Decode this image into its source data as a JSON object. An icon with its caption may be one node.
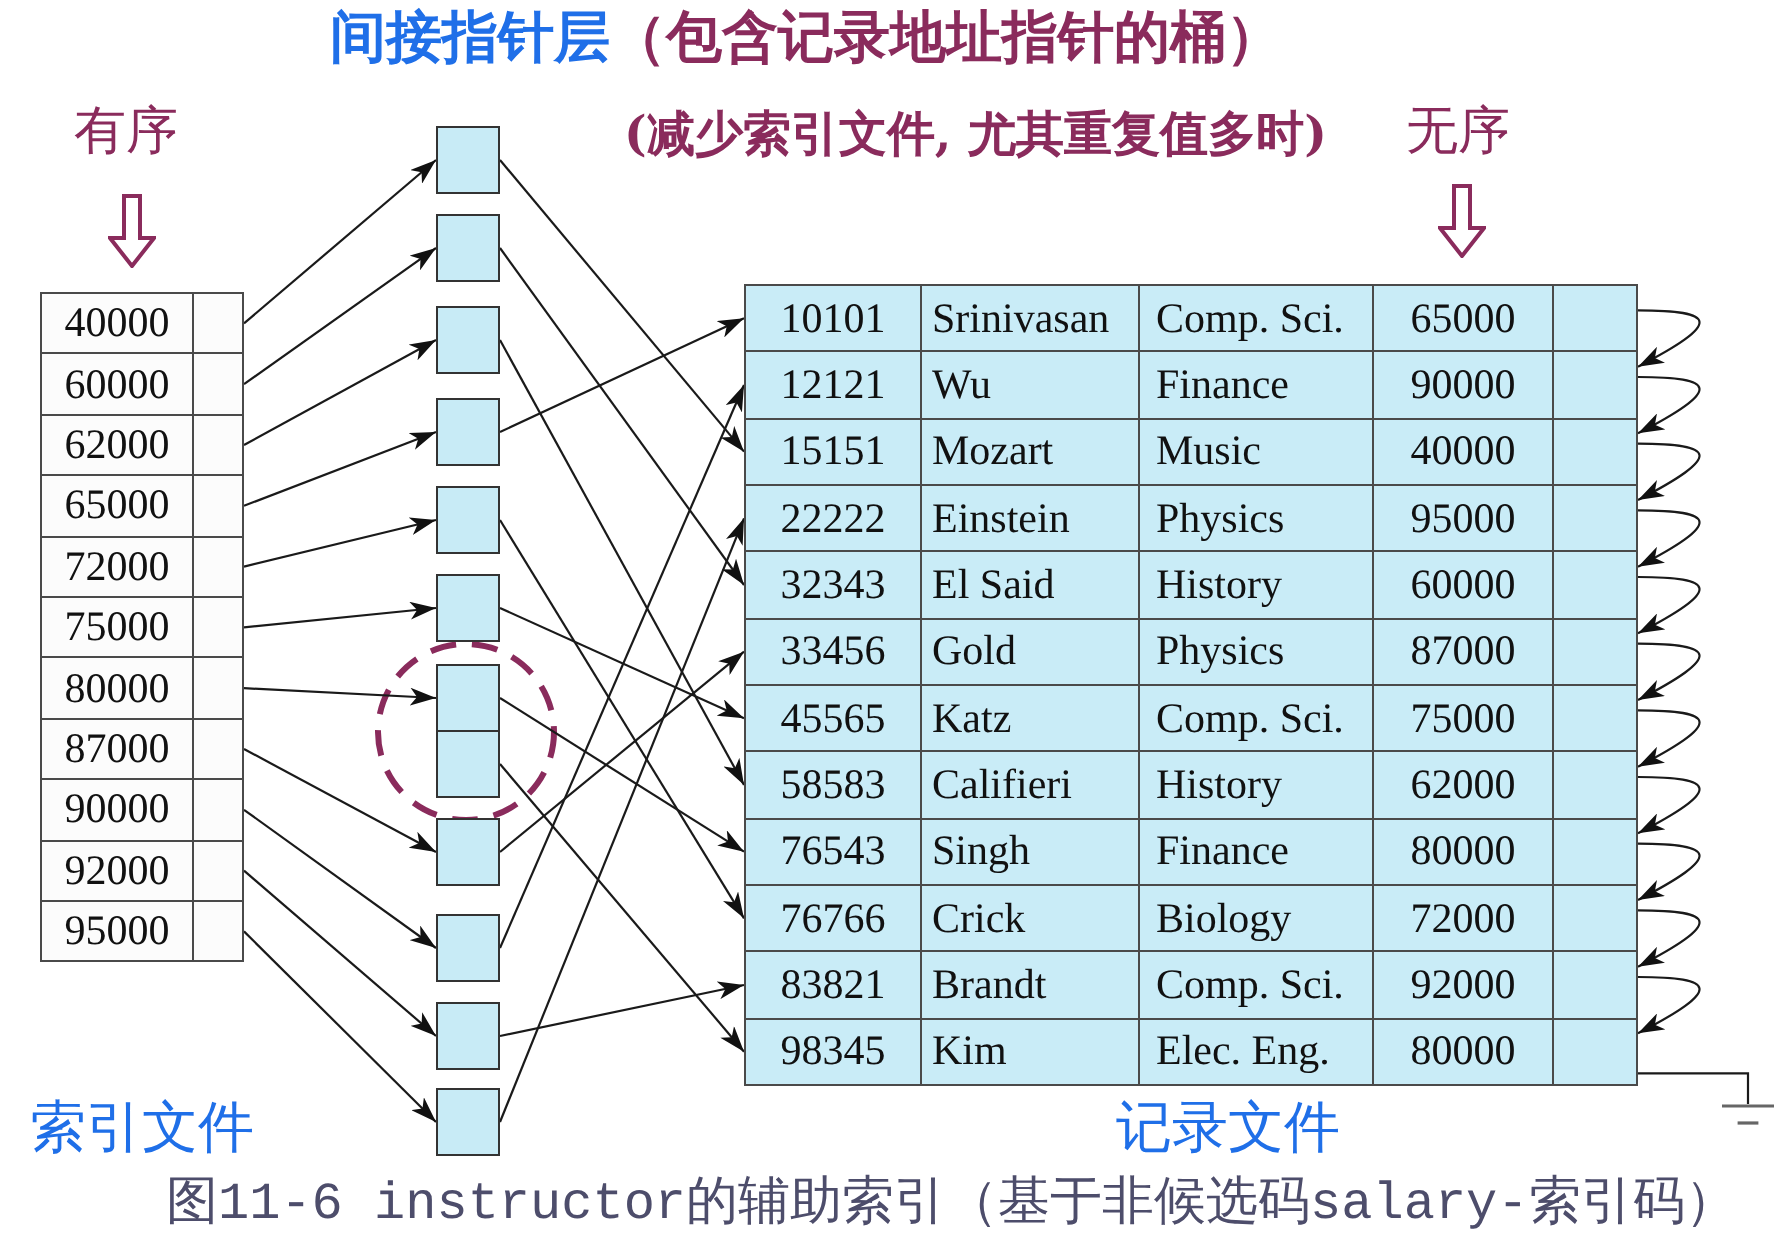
{
  "diagram": {
    "title": "间接指针层",
    "caption": "图11-6 instructor的辅助索引（基于非候选码salary-索引码）",
    "nodes": [
      {
        "text": [
          "40000"
        ]
      },
      {
        "text": [
          "60000"
        ]
      },
      {
        "text": [
          "62000"
        ]
      },
      {
        "text": [
          "65000"
        ]
      },
      {
        "text": [
          "72000"
        ]
      },
      {
        "text": [
          "75000"
        ]
      },
      {
        "text": [
          "80000"
        ]
      },
      {
        "text": [
          "87000"
        ]
      },
      {
        "text": [
          "90000"
        ]
      },
      {
        "text": [
          "92000"
        ]
      },
      {
        "text": [
          "95000"
        ]
      },
      {
        "text": [],
        "shape": "box"
      },
      {
        "text": [],
        "shape": "box"
      },
      {
        "text": [],
        "shape": "box"
      },
      {
        "text": [],
        "shape": "box"
      },
      {
        "text": [],
        "shape": "box"
      },
      {
        "text": [],
        "shape": "box"
      },
      {
        "text": [],
        "shape": "box"
      },
      {
        "text": [],
        "shape": "box"
      },
      {
        "text": [],
        "shape": "box"
      },
      {
        "text": [],
        "shape": "box"
      },
      {
        "text": [],
        "shape": "box"
      },
      {
        "text": [],
        "shape": "box"
      },
      {
        "text": [
          "10101",
          "Srinivasan",
          "Comp. Sci.",
          "65000"
        ]
      },
      {
        "text": [
          "12121",
          "Wu",
          "Finance",
          "90000"
        ]
      },
      {
        "text": [
          "15151",
          "Mozart",
          "Music",
          "40000"
        ]
      },
      {
        "text": [
          "22222",
          "Einstein",
          "Physics",
          "95000"
        ]
      },
      {
        "text": [
          "32343",
          "El Said",
          "History",
          "60000"
        ]
      },
      {
        "text": [
          "33456",
          "Gold",
          "Physics",
          "87000"
        ]
      },
      {
        "text": [
          "45565",
          "Katz",
          "Comp. Sci.",
          "75000"
        ]
      },
      {
        "text": [
          "58583",
          "Califieri",
          "History",
          "62000"
        ]
      },
      {
        "text": [
          "76543",
          "Singh",
          "Finance",
          "80000"
        ]
      },
      {
        "text": [
          "76766",
          "Crick",
          "Biology",
          "72000"
        ]
      },
      {
        "text": [
          "83821",
          "Brandt",
          "Comp. Sci.",
          "92000"
        ]
      },
      {
        "text": [
          "98345",
          "Kim",
          "Elec. Eng.",
          "80000"
        ]
      },
      {
        "text": [],
        "shape": "ground"
      }
    ],
    "edges": [
      {
        "from": 0,
        "to": 11,
        "arrow": "to"
      },
      {
        "from": 1,
        "to": 12,
        "arrow": "to"
      },
      {
        "from": 2,
        "to": 13,
        "arrow": "to"
      },
      {
        "from": 3,
        "to": 14,
        "arrow": "to"
      },
      {
        "from": 4,
        "to": 15,
        "arrow": "to"
      },
      {
        "from": 5,
        "to": 16,
        "arrow": "to"
      },
      {
        "from": 6,
        "to": 17,
        "arrow": "to"
      },
      {
        "from": 7,
        "to": 19,
        "arrow": "to"
      },
      {
        "from": 8,
        "to": 20,
        "arrow": "to"
      },
      {
        "from": 9,
        "to": 21,
        "arrow": "to"
      },
      {
        "from": 10,
        "to": 22,
        "arrow": "to"
      },
      {
        "from": 11,
        "to": 25,
        "arrow": "to"
      },
      {
        "from": 12,
        "to": 27,
        "arrow": "to"
      },
      {
        "from": 13,
        "to": 30,
        "arrow": "to"
      },
      {
        "from": 14,
        "to": 23,
        "arrow": "to"
      },
      {
        "from": 15,
        "to": 32,
        "arrow": "to"
      },
      {
        "from": 16,
        "to": 29,
        "arrow": "to"
      },
      {
        "from": 17,
        "to": 31,
        "arrow": "to"
      },
      {
        "from": 18,
        "to": 34,
        "arrow": "to"
      },
      {
        "from": 19,
        "to": 28,
        "arrow": "to"
      },
      {
        "from": 20,
        "to": 24,
        "arrow": "to"
      },
      {
        "from": 21,
        "to": 33,
        "arrow": "to"
      },
      {
        "from": 22,
        "to": 26,
        "arrow": "to"
      },
      {
        "from": 23,
        "to": 24,
        "arrow": "to"
      },
      {
        "from": 24,
        "to": 25,
        "arrow": "to"
      },
      {
        "from": 25,
        "to": 26,
        "arrow": "to"
      },
      {
        "from": 26,
        "to": 27,
        "arrow": "to"
      },
      {
        "from": 27,
        "to": 28,
        "arrow": "to"
      },
      {
        "from": 28,
        "to": 29,
        "arrow": "to"
      },
      {
        "from": 29,
        "to": 30,
        "arrow": "to"
      },
      {
        "from": 30,
        "to": 31,
        "arrow": "to"
      },
      {
        "from": 31,
        "to": 32,
        "arrow": "to"
      },
      {
        "from": 32,
        "to": 33,
        "arrow": "to"
      },
      {
        "from": 33,
        "to": 34,
        "arrow": "to"
      },
      {
        "from": 34,
        "to": 35,
        "arrow": "none"
      }
    ],
    "labels": [
      "（包含记录地址指针的桶）",
      "有序",
      "(减少索引文件, 尤其重复值多时)",
      "无序",
      "索引文件",
      "记录文件"
    ]
  }
}
